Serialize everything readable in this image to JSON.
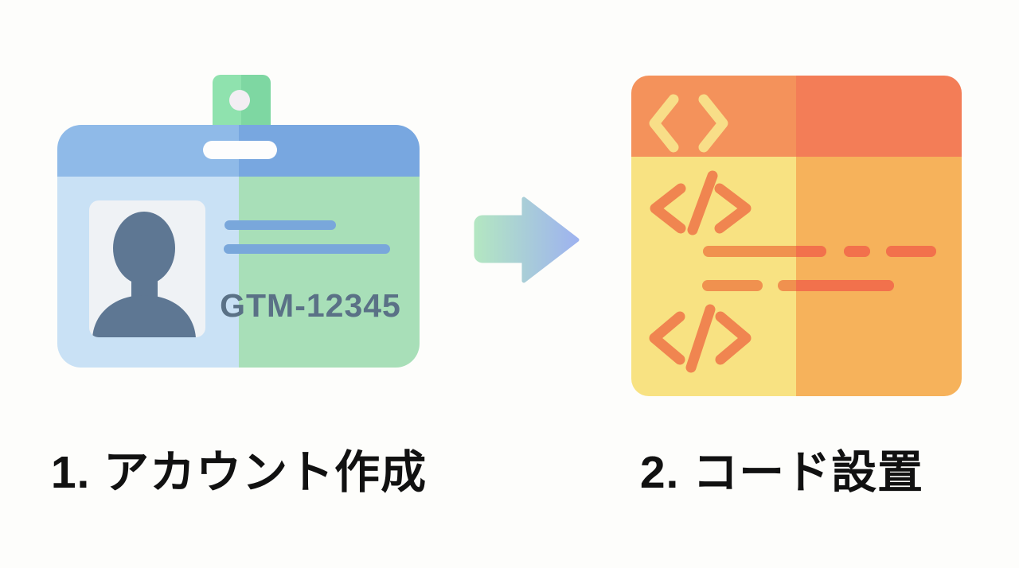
{
  "diagram": {
    "description": "Two-step GTM setup process diagram",
    "background_color": "#FDFDFB"
  },
  "steps": [
    {
      "number": "1",
      "label": "1. アカウント作成",
      "illustration": "id-badge",
      "badge_id": "GTM-12345"
    },
    {
      "number": "2",
      "label": "2. コード設置",
      "illustration": "code-window"
    }
  ],
  "icons": {
    "arrow": "arrow-right-icon",
    "badge": "id-badge-icon",
    "code_window": "code-window-icon",
    "header_code_glyph": "angle-brackets-icon",
    "body_code_glyph": "code-slash-icon"
  },
  "colors": {
    "card_band_left": "#8FBAE8",
    "card_band_right": "#78A7E0",
    "card_body_left": "#C9E1F5",
    "card_body_right": "#A8DFB8",
    "clip_left": "#8FE2AE",
    "clip_right": "#7ED7A2",
    "clip_hole": "#F3EEF3",
    "slot_white": "#FDFDFD",
    "photo_frame": "#EFF2F5",
    "silhouette": "#5E7793",
    "badge_line": "#79A7DB",
    "badge_id_text": "#5A7186",
    "arrow_start": "#B3E6C2",
    "arrow_end": "#9EB3EF",
    "window_header_left": "#F4925B",
    "window_header_right": "#F37D57",
    "window_body_left": "#F8E282",
    "window_body_right": "#F6B25B",
    "code_glyph_yellow": "#F8DE88",
    "code_glyph_orange": "#F08550",
    "code_dash_left": "#F0914F",
    "code_dash_right": "#F2714C",
    "label_text": "#111111"
  }
}
